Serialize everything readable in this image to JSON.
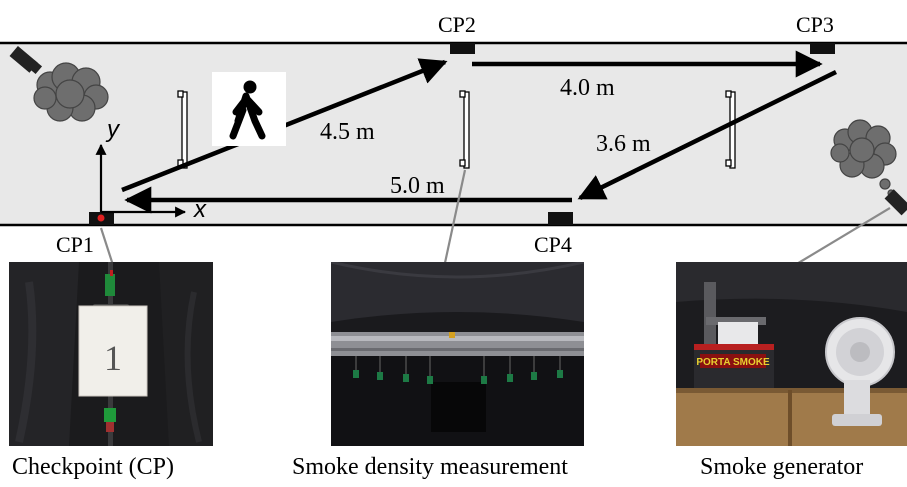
{
  "diagram": {
    "checkpoints": [
      "CP1",
      "CP2",
      "CP3",
      "CP4"
    ],
    "distances": [
      "4.5 m",
      "4.0 m",
      "3.6 m",
      "5.0 m"
    ],
    "axes": {
      "x": "x",
      "y": "y"
    },
    "icons": [
      "walking-person-icon",
      "smoke-cloud-icon",
      "smoke-generator-icon",
      "red-marker-icon"
    ]
  },
  "photo1": {
    "card_number": "1"
  },
  "captions": {
    "checkpoint": "Checkpoint (CP)",
    "smoke_density": "Smoke density measurement",
    "smoke_generator": "Smoke generator"
  },
  "colors": {
    "corridor": "#e8e8e8",
    "marker": "#e02020",
    "line": "#000000",
    "leader": "#8a8a8a",
    "smoke": "#6e6e6e"
  }
}
